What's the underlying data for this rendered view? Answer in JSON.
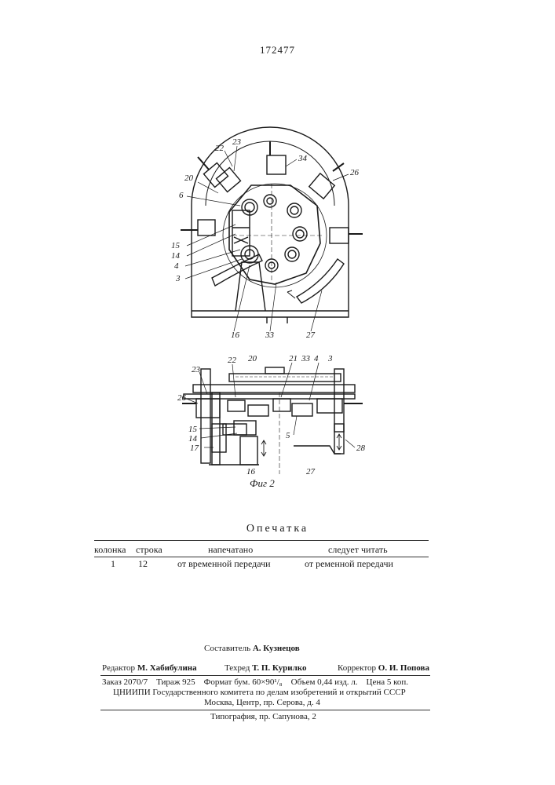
{
  "patent_number": "172477",
  "figure": {
    "caption": "Фиг 2",
    "top_view_labels": [
      "22",
      "23",
      "34",
      "20",
      "26",
      "6",
      "15",
      "14",
      "4",
      "3",
      "16",
      "33",
      "27"
    ],
    "side_view_labels": [
      "23",
      "22",
      "20",
      "21",
      "33",
      "4",
      "3",
      "26",
      "15",
      "14",
      "17",
      "5",
      "28",
      "16",
      "27"
    ]
  },
  "errata": {
    "title": "Опечатка",
    "columns": [
      "колонка",
      "строка",
      "напечатано",
      "следует читать"
    ],
    "rows": [
      {
        "column": "1",
        "line": "12",
        "printed": "от временной передачи",
        "should_read": "от ременной передачи"
      }
    ]
  },
  "footer": {
    "compiler_label": "Составитель",
    "compiler": "А. Кузнецов",
    "editor_label": "Редактор",
    "editor": "М. Хабибулина",
    "tech_label": "Техред",
    "tech": "Т. П. Курилко",
    "corrector_label": "Корректор",
    "corrector": "О. И. Попова",
    "order_line": "Заказ 2070/7    Тираж 925    Формат бум. 60×90¹/₈    Объем 0,44 изд. л.    Цена 5 коп.",
    "institute_line": "ЦНИИПИ Государственного комитета по делам изобретений и открытий СССР",
    "address_line": "Москва, Центр, пр. Серова, д. 4",
    "typography_line": "Типография, пр. Сапунова, 2"
  }
}
